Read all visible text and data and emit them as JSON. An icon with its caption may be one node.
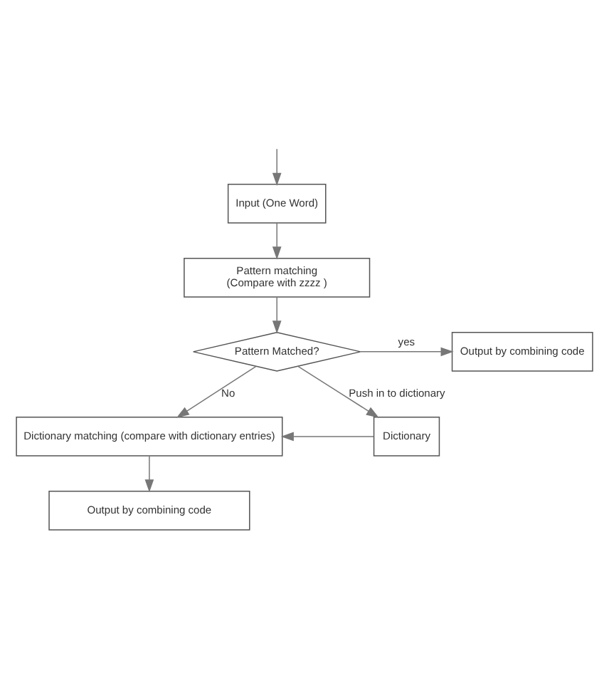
{
  "diagram": {
    "nodes": [
      {
        "text": [
          "Input (One Word)"
        ]
      },
      {
        "text": [
          "Pattern matching",
          "(Compare with zzzz )"
        ]
      },
      {
        "text": [
          "Pattern Matched?"
        ]
      },
      {
        "text": [
          "Output by combining code"
        ]
      },
      {
        "text": [
          "Dictionary matching (compare with dictionary entries)"
        ]
      },
      {
        "text": [
          "Dictionary"
        ]
      },
      {
        "text": [
          "Output by combining code"
        ]
      }
    ],
    "edges": [
      {
        "from": null,
        "to": 0,
        "arrow": "to"
      },
      {
        "from": 0,
        "to": 1,
        "arrow": "to"
      },
      {
        "from": 1,
        "to": 2,
        "arrow": "to"
      },
      {
        "from": 2,
        "to": 3,
        "arrow": "to",
        "label": "yes"
      },
      {
        "from": 2,
        "to": 4,
        "arrow": "to",
        "label": "No"
      },
      {
        "from": 2,
        "to": 5,
        "arrow": "to",
        "label": "Push in to dictionary"
      },
      {
        "from": 5,
        "to": 4,
        "arrow": "to"
      },
      {
        "from": 4,
        "to": 6,
        "arrow": "to"
      }
    ]
  }
}
